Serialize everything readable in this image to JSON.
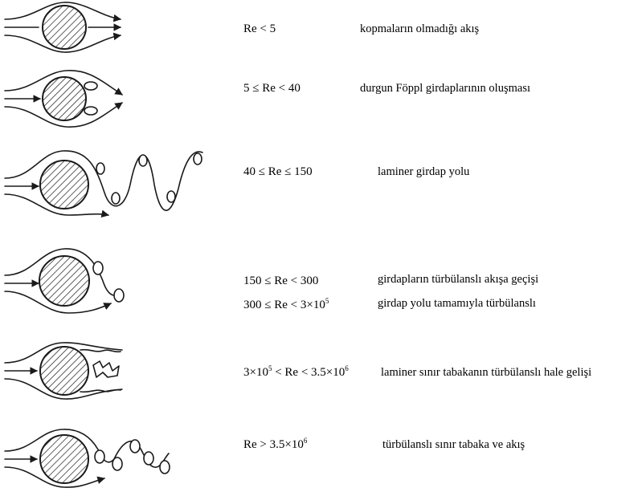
{
  "rows": [
    {
      "re_parts": [
        "Re < 5"
      ],
      "description": "kopmaların olmadığı akış"
    },
    {
      "re_parts": [
        "5 ≤ Re < 40"
      ],
      "description": "durgun Föppl girdaplarının oluşması"
    },
    {
      "re_parts": [
        "40 ≤ Re ≤ 150"
      ],
      "description": "laminer girdap yolu"
    },
    {
      "re_parts": [
        "150 ≤ Re < 300"
      ],
      "description": "girdapların türbülanslı akışa geçişi"
    },
    {
      "re_parts": [
        "300 ≤ Re < 3×10",
        "5"
      ],
      "description": "girdap yolu tamamıyla türbülanslı"
    },
    {
      "re_parts": [
        "3×10",
        "5",
        " < Re < 3.5×10",
        "6"
      ],
      "description": "laminer sınır tabakanın türbülanslı hale gelişi"
    },
    {
      "re_parts": [
        "Re > 3.5×10",
        "6"
      ],
      "description": "türbülanslı sınır tabaka ve akış"
    }
  ]
}
